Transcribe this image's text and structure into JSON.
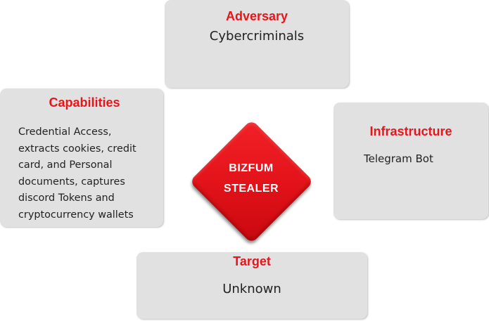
{
  "adversary": {
    "title": "Adversary",
    "text": "Cybercriminals"
  },
  "capabilities": {
    "title": "Capabilities",
    "lines": [
      "Credential Access,",
      "extracts cookies, credit",
      "card, and Personal",
      "documents, captures",
      "discord Tokens and",
      "cryptocurrency wallets"
    ]
  },
  "infrastructure": {
    "title": "Infrastructure",
    "text": "Telegram Bot"
  },
  "target": {
    "title": "Target",
    "text": "Unknown"
  },
  "center": {
    "line1": "BIZFUM",
    "line2": "STEALER"
  },
  "colors": {
    "accent": "#e8151b",
    "box_fill": "#e1e1e1",
    "diamond_fill": "#e3131a"
  }
}
